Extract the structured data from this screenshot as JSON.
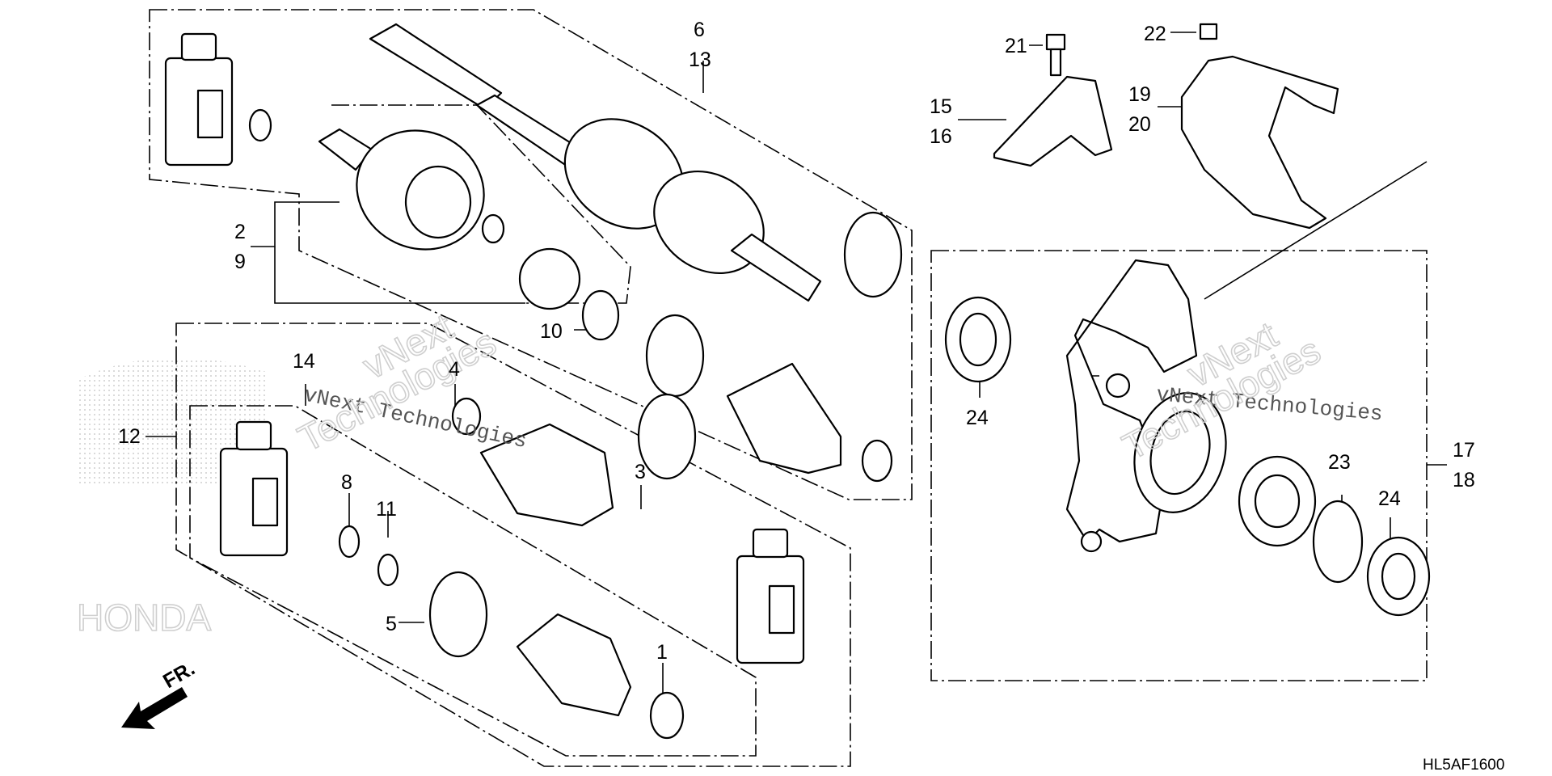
{
  "diagram": {
    "diagram_code": "HL5AF1600",
    "direction_label": "FR.",
    "watermark": {
      "line1": "vNext Technologies",
      "line2": "vNext",
      "line3": "Technologies",
      "logo_text": "HONDA"
    },
    "callouts": {
      "c1": "1",
      "c2": "2",
      "c3": "3",
      "c4": "4",
      "c5": "5",
      "c6": "6",
      "c8": "8",
      "c9": "9",
      "c10": "10",
      "c11": "11",
      "c12": "12",
      "c13": "13",
      "c14": "14",
      "c15": "15",
      "c16": "16",
      "c17": "17",
      "c18": "18",
      "c19": "19",
      "c20": "20",
      "c21": "21",
      "c22": "22",
      "c23": "23",
      "c24a": "24",
      "c24b": "24"
    }
  }
}
